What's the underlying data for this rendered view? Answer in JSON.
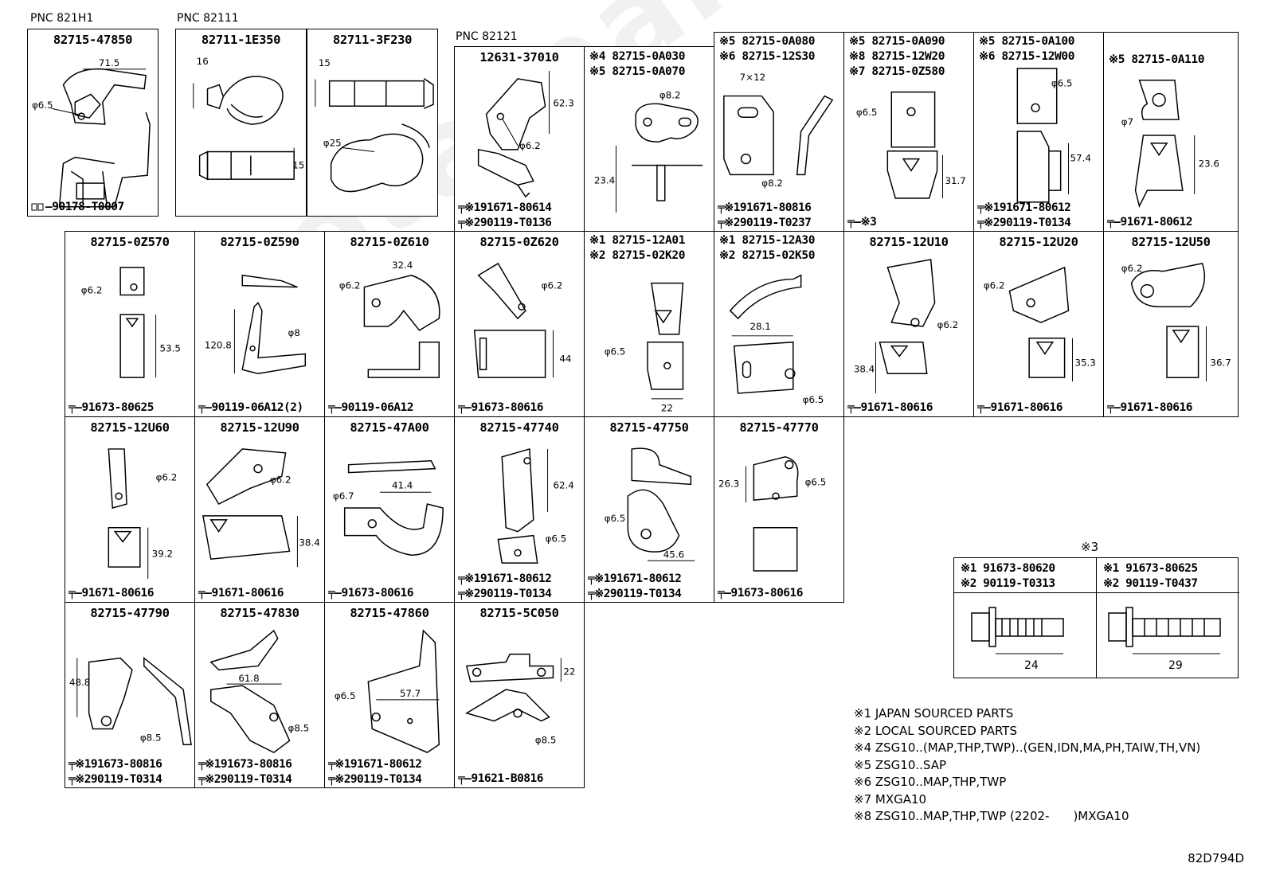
{
  "watermark": "toyota-parts",
  "pnc_labels": [
    "PNC 821H1",
    "PNC 82111",
    "PNC 82121"
  ],
  "cells": [
    {
      "pn": "82715-47850",
      "bolt": "90178-T0007",
      "dims": [
        "71.5",
        "φ6.5"
      ]
    },
    {
      "pn": "82711-1E350",
      "dims": [
        "16",
        "15"
      ]
    },
    {
      "pn": "82711-3F230",
      "dims": [
        "15",
        "φ25"
      ]
    },
    {
      "pn": "12631-37010",
      "bolt1": "※191671-80614",
      "bolt2": "※290119-T0136",
      "dims": [
        "62.3",
        "φ6.2"
      ]
    },
    {
      "pn_lines": [
        "※4 82715-0A030",
        "※5 82715-0A070"
      ],
      "dims": [
        "φ8.2",
        "23.4"
      ]
    },
    {
      "pn_lines": [
        "※5 82715-0A080",
        "※6 82715-12S30"
      ],
      "bolt1": "※191671-80816",
      "bolt2": "※290119-T0237",
      "dims": [
        "7×12",
        "φ8.2"
      ]
    },
    {
      "pn_lines": [
        "※5 82715-0A090",
        "※8 82715-12W20",
        "※7 82715-0Z580"
      ],
      "bolt": "※3",
      "dims": [
        "φ6.5",
        "31.7"
      ]
    },
    {
      "pn_lines": [
        "※5 82715-0A100",
        "※6 82715-12W00"
      ],
      "bolt1": "※191671-80612",
      "bolt2": "※290119-T0134",
      "dims": [
        "φ6.5",
        "57.4"
      ]
    },
    {
      "pn_lines": [
        "※5 82715-0A110"
      ],
      "bolt": "91671-80612",
      "dims": [
        "φ7",
        "23.6"
      ]
    },
    {
      "pn": "82715-0Z570",
      "bolt": "91673-80625",
      "dims": [
        "φ6.2",
        "53.5"
      ]
    },
    {
      "pn": "82715-0Z590",
      "bolt": "90119-06A12(2)",
      "dims": [
        "120.8",
        "φ8"
      ]
    },
    {
      "pn": "82715-0Z610",
      "bolt": "90119-06A12",
      "dims": [
        "32.4",
        "φ6.2"
      ]
    },
    {
      "pn": "82715-0Z620",
      "bolt": "91673-80616",
      "dims": [
        "φ6.2",
        "44"
      ]
    },
    {
      "pn_lines": [
        "※1 82715-12A01",
        "※2 82715-02K20"
      ],
      "dims": [
        "φ6.5",
        "22"
      ]
    },
    {
      "pn_lines": [
        "※1 82715-12A30",
        "※2 82715-02K50"
      ],
      "dims": [
        "28.1",
        "φ6.5"
      ]
    },
    {
      "pn": "82715-12U10",
      "bolt": "91671-80616",
      "dims": [
        "φ6.2",
        "38.4"
      ]
    },
    {
      "pn": "82715-12U20",
      "bolt": "91671-80616",
      "dims": [
        "φ6.2",
        "35.3"
      ]
    },
    {
      "pn": "82715-12U50",
      "bolt": "91671-80616",
      "dims": [
        "φ6.2",
        "36.7"
      ]
    },
    {
      "pn": "82715-12U60",
      "bolt": "91671-80616",
      "dims": [
        "φ6.2",
        "39.2"
      ]
    },
    {
      "pn": "82715-12U90",
      "bolt": "91671-80616",
      "dims": [
        "φ6.2",
        "38.4"
      ]
    },
    {
      "pn": "82715-47A00",
      "bolt": "91673-80616",
      "dims": [
        "φ6.7",
        "41.4"
      ]
    },
    {
      "pn": "82715-47740",
      "bolt1": "※191671-80612",
      "bolt2": "※290119-T0134",
      "dims": [
        "62.4",
        "φ6.5"
      ]
    },
    {
      "pn": "82715-47750",
      "bolt1": "※191671-80612",
      "bolt2": "※290119-T0134",
      "dims": [
        "φ6.5",
        "45.6"
      ]
    },
    {
      "pn": "82715-47770",
      "bolt": "91673-80616",
      "dims": [
        "26.3",
        "φ6.5"
      ]
    },
    {
      "pn": "82715-47790",
      "bolt1": "※191673-80816",
      "bolt2": "※290119-T0314",
      "dims": [
        "48.8",
        "φ8.5"
      ]
    },
    {
      "pn": "82715-47830",
      "bolt1": "※191673-80816",
      "bolt2": "※290119-T0314",
      "dims": [
        "61.8",
        "φ8.5"
      ]
    },
    {
      "pn": "82715-47860",
      "bolt1": "※191671-80612",
      "bolt2": "※290119-T0134",
      "dims": [
        "φ6.5",
        "57.7"
      ]
    },
    {
      "pn": "82715-5C050",
      "bolt": "91621-B0816",
      "dims": [
        "22",
        "φ8.5"
      ]
    }
  ],
  "legend": {
    "title": "※3",
    "left": {
      "l1": "※1 91673-80620",
      "l2": "※2 90119-T0313",
      "len": "24"
    },
    "right": {
      "l1": "※1 91673-80625",
      "l2": "※2 90119-T0437",
      "len": "29"
    }
  },
  "notes": [
    "※1 JAPAN SOURCED PARTS",
    "※2 LOCAL SOURCED PARTS",
    "※4 ZSG10..(MAP,THP,TWP)..(GEN,IDN,MA,PH,TAIW,TH,VN)",
    "※5 ZSG10..SAP",
    "※6 ZSG10..MAP,THP,TWP",
    "※7 MXGA10",
    "※8 ZSG10..MAP,THP,TWP (2202-　　)MXGA10"
  ],
  "diagram_code": "82D794D"
}
